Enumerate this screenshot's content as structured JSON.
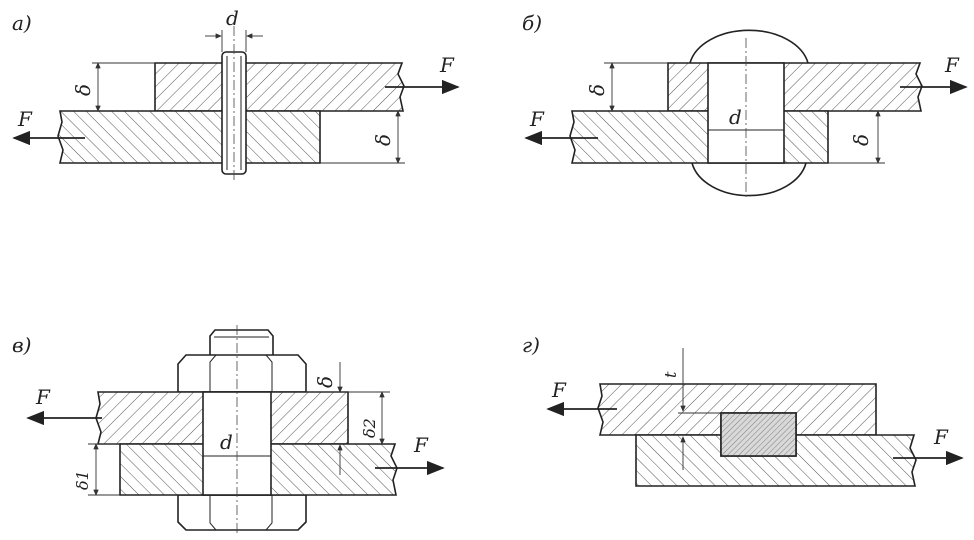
{
  "panels": {
    "a": {
      "label": "а)",
      "force_left": "F",
      "force_right": "F",
      "thickness_top": "δ",
      "thickness_bottom": "δ",
      "diameter": "d"
    },
    "b": {
      "label": "б)",
      "force_left": "F",
      "force_right": "F",
      "thickness_top": "δ",
      "thickness_bottom": "δ",
      "diameter": "d"
    },
    "v": {
      "label": "в)",
      "force_left": "F",
      "force_right": "F",
      "thickness": "δ",
      "thickness_2": "δ2",
      "thickness_1": "δ1",
      "diameter": "d"
    },
    "g": {
      "label": "г)",
      "force_left": "F",
      "force_right": "F",
      "depth": "t"
    }
  },
  "colors": {
    "line": "#222222",
    "hatch": "#555555",
    "key_fill": "#d9d9d9",
    "background": "#ffffff"
  }
}
